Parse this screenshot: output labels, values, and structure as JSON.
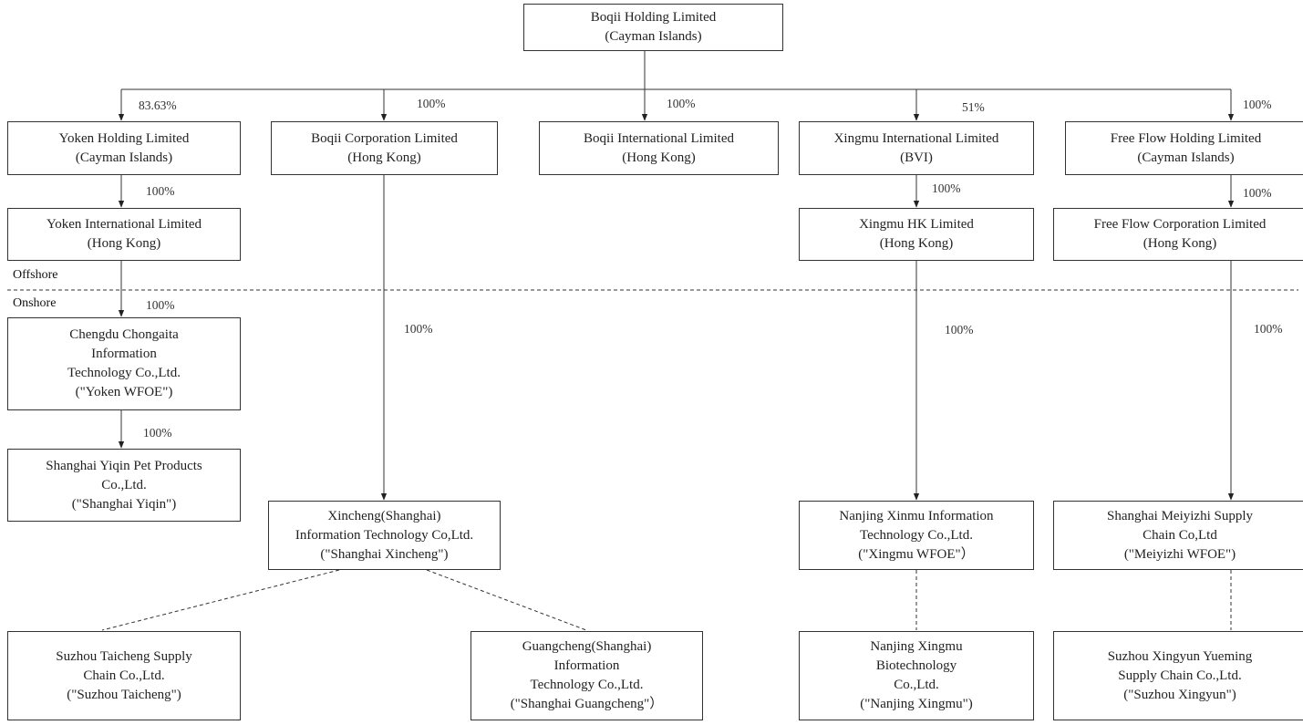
{
  "entities": {
    "boqii_holding": [
      "Boqii Holding Limited",
      "(Cayman Islands)"
    ],
    "yoken_holding": [
      "Yoken Holding Limited",
      "(Cayman Islands)"
    ],
    "boqii_corp": [
      "Boqii Corporation Limited",
      "(Hong Kong)"
    ],
    "boqii_intl": [
      "Boqii International Limited",
      "(Hong Kong)"
    ],
    "xingmu_intl": [
      "Xingmu International Limited",
      "(BVI)"
    ],
    "freeflow_holding": [
      "Free Flow Holding Limited",
      "(Cayman Islands)"
    ],
    "yoken_intl": [
      "Yoken International Limited",
      "(Hong Kong)"
    ],
    "xingmu_hk": [
      "Xingmu HK Limited",
      "(Hong Kong)"
    ],
    "freeflow_corp": [
      "Free Flow Corporation Limited",
      "(Hong Kong)"
    ],
    "chengdu": [
      "Chengdu Chongaita",
      "Information",
      "Technology Co.,Ltd.",
      "(\"Yoken WFOE\")"
    ],
    "shanghai_yiqin": [
      "Shanghai Yiqin Pet Products",
      "Co.,Ltd.",
      "(\"Shanghai Yiqin\")"
    ],
    "xincheng": [
      "Xincheng(Shanghai)",
      "Information Technology Co,Ltd.",
      "(\"Shanghai Xincheng\")"
    ],
    "nanjing_xinmu": [
      "Nanjing Xinmu Information",
      "Technology Co.,Ltd.",
      "(\"Xingmu WFOE\"）"
    ],
    "meiyizhi": [
      "Shanghai Meiyizhi Supply",
      "Chain Co,Ltd",
      "(\"Meiyizhi WFOE\")"
    ],
    "suzhou_taicheng": [
      "Suzhou Taicheng Supply",
      "Chain Co.,Ltd.",
      "(\"Suzhou Taicheng\")"
    ],
    "guangcheng": [
      "Guangcheng(Shanghai)",
      "Information",
      "Technology Co.,Ltd.",
      "(\"Shanghai Guangcheng\"）"
    ],
    "nanjing_xingmu": [
      "Nanjing Xingmu",
      "Biotechnology",
      "Co.,Ltd.",
      "(\"Nanjing Xingmu\")"
    ],
    "suzhou_xingyun": [
      "Suzhou Xingyun Yueming",
      "Supply Chain Co.,Ltd.",
      "(\"Suzhou Xingyun\")"
    ]
  },
  "ownership": {
    "yoken_holding": "83.63%",
    "boqii_corp": "100%",
    "boqii_intl": "100%",
    "xingmu_intl": "51%",
    "freeflow_holding": "100%",
    "yoken_intl": "100%",
    "xingmu_hk": "100%",
    "freeflow_corp": "100%",
    "chengdu": "100%",
    "shanghai_yiqin": "100%",
    "xincheng": "100%",
    "nanjing_xinmu": "100%",
    "meiyizhi": "100%"
  },
  "zones": {
    "offshore": "Offshore",
    "onshore": "Onshore"
  }
}
